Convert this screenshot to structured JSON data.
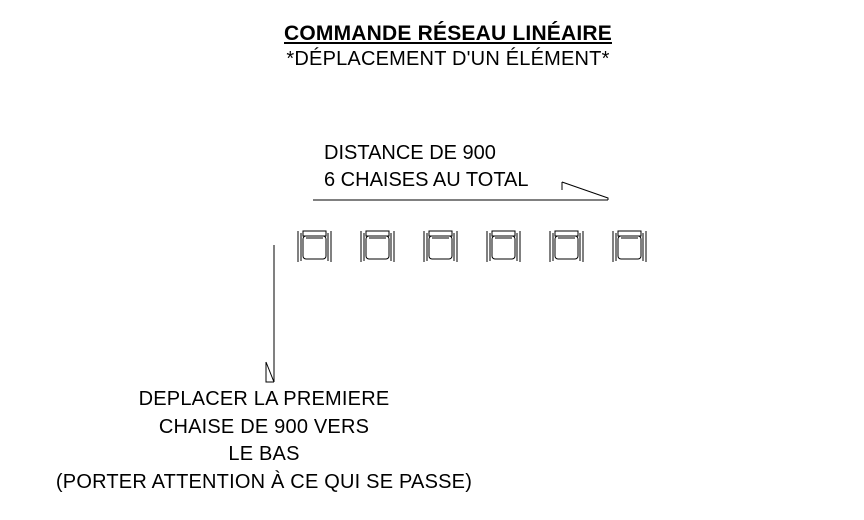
{
  "title": "COMMANDE RÉSEAU LINÉAIRE",
  "subtitle": "*DÉPLACEMENT D'UN ÉLÉMENT*",
  "callout_top": {
    "line1": "DISTANCE DE 900",
    "line2": "6 CHAISES AU TOTAL"
  },
  "note": {
    "line1": "DEPLACER LA PREMIERE",
    "line2": "CHAISE DE 900 VERS",
    "line3": "LE BAS",
    "line4": "(PORTER ATTENTION À CE QUI SE PASSE)"
  },
  "chairs": {
    "count": 6
  },
  "line_color": "#000000"
}
